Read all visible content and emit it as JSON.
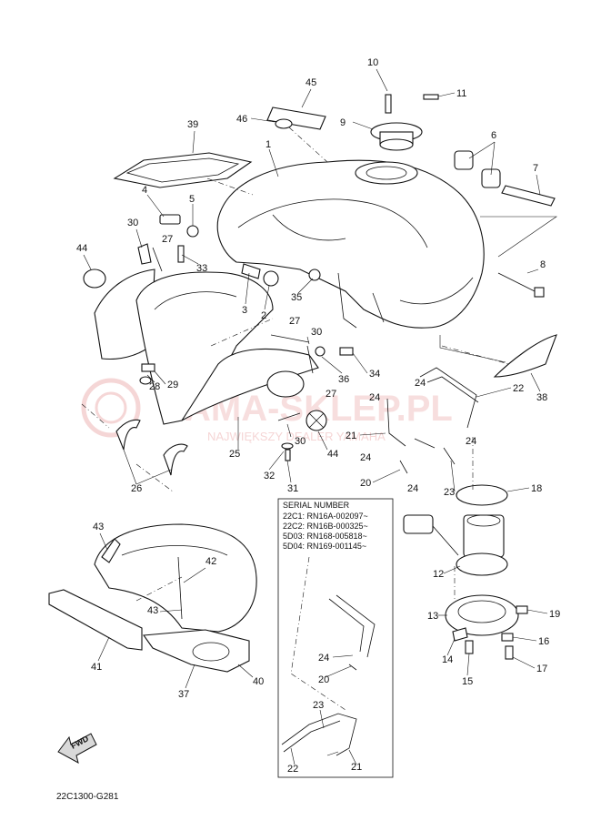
{
  "serial_box": {
    "heading": "SERIAL NUMBER",
    "lines": [
      "22C1: RN16A-002097~",
      "22C2: RN16B-000325~",
      "5D03: RN168-005818~",
      "5D04: RN169-001145~"
    ]
  },
  "diagram_code": "22C1300-G281",
  "fwd_label": "FWD",
  "watermark": {
    "main": "YAMA-SKLEP.PL",
    "sub": "NAJWIĘKSZY DEALER YAMAHA"
  },
  "callouts": {
    "c1": "1",
    "c2": "2",
    "c3": "3",
    "c4": "4",
    "c5": "5",
    "c6": "6",
    "c7": "7",
    "c8": "8",
    "c9": "9",
    "c10": "10",
    "c11": "11",
    "c12": "12",
    "c13": "13",
    "c14": "14",
    "c15": "15",
    "c16": "16",
    "c17": "17",
    "c18": "18",
    "c19": "19",
    "c20a": "20",
    "c20b": "20",
    "c21a": "21",
    "c21b": "21",
    "c22a": "22",
    "c22b": "22",
    "c23a": "23",
    "c23b": "23",
    "c24a": "24",
    "c24b": "24",
    "c24c": "24",
    "c24d": "24",
    "c24e": "24",
    "c24f": "24",
    "c25": "25",
    "c26": "26",
    "c27a": "27",
    "c27b": "27",
    "c27c": "27",
    "c28": "28",
    "c29": "29",
    "c30a": "30",
    "c30b": "30",
    "c30c": "30",
    "c31": "31",
    "c32": "32",
    "c33": "33",
    "c34": "34",
    "c35": "35",
    "c36": "36",
    "c37": "37",
    "c38": "38",
    "c39": "39",
    "c40": "40",
    "c41": "41",
    "c42": "42",
    "c43a": "43",
    "c43b": "43",
    "c44a": "44",
    "c44b": "44",
    "c45": "45",
    "c46": "46"
  }
}
